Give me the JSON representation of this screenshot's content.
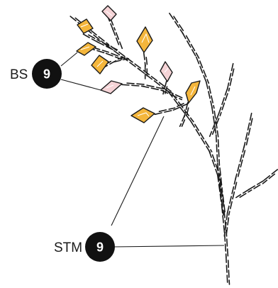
{
  "callouts": {
    "bs": {
      "label": "BS",
      "number": "9"
    },
    "stm": {
      "label": "STM",
      "number": "9"
    }
  },
  "colors": {
    "stitch": "#1a1a1a",
    "leaf_gold": "#f4b63c",
    "leaf_pink": "#f5d3d6",
    "leaf_inner_line": "#ffffff",
    "badge": "#111111",
    "badge_text": "#ffffff"
  },
  "icons": {
    "leaf_gold": "gold-diamond-leaf-icon",
    "leaf_pink": "pink-diamond-leaf-icon"
  }
}
